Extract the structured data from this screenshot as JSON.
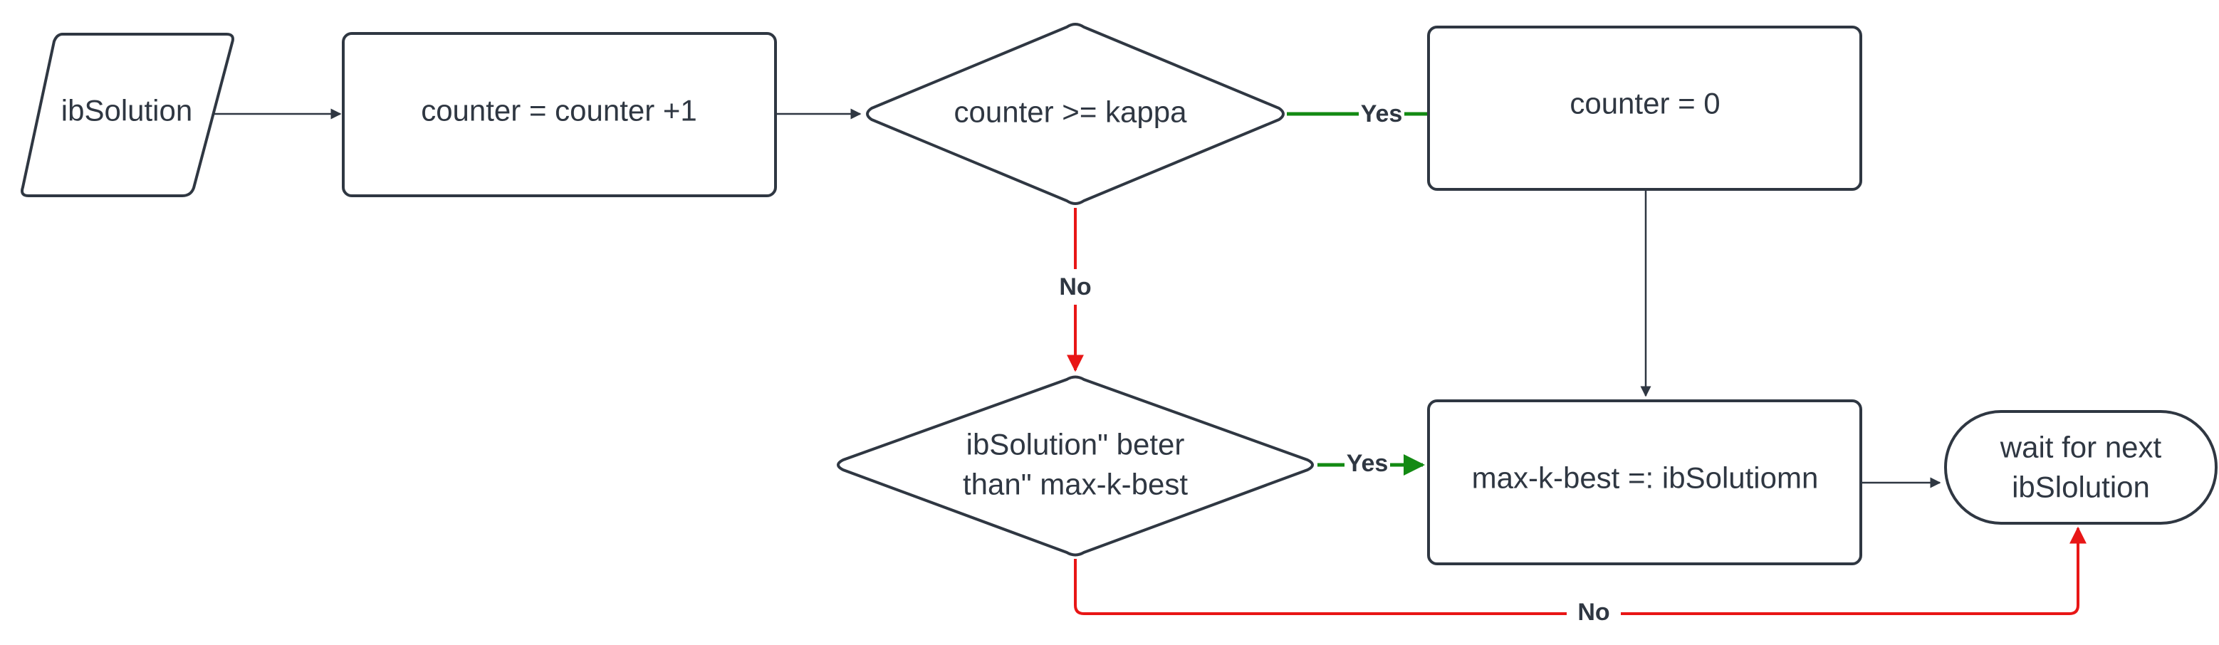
{
  "colors": {
    "shape_stroke": "#2f3742",
    "shape_fill": "#ffffff",
    "text": "#2f3742",
    "connector_default": "#2f3742",
    "connector_yes": "#138a13",
    "connector_no": "#e81616"
  },
  "nodes": {
    "input_ibsolution": {
      "lines": [
        "ibSolution"
      ]
    },
    "counter_increment": {
      "lines": [
        "counter = counter +1"
      ]
    },
    "counter_check": {
      "lines": [
        "counter >= kappa"
      ]
    },
    "counter_reset": {
      "lines": [
        "counter = 0"
      ]
    },
    "compare_best": {
      "lines": [
        "ibSolution\" beter",
        "than\" max-k-best"
      ]
    },
    "assign_best": {
      "lines": [
        "max-k-best =: ibSolutiomn"
      ]
    },
    "wait_next": {
      "lines": [
        "wait for next",
        "ibSlolution"
      ]
    }
  },
  "edges": {
    "counter_check_yes": {
      "label": "Yes"
    },
    "counter_check_no": {
      "label": "No"
    },
    "compare_best_yes": {
      "label": "Yes"
    },
    "compare_best_no": {
      "label": "No"
    }
  }
}
